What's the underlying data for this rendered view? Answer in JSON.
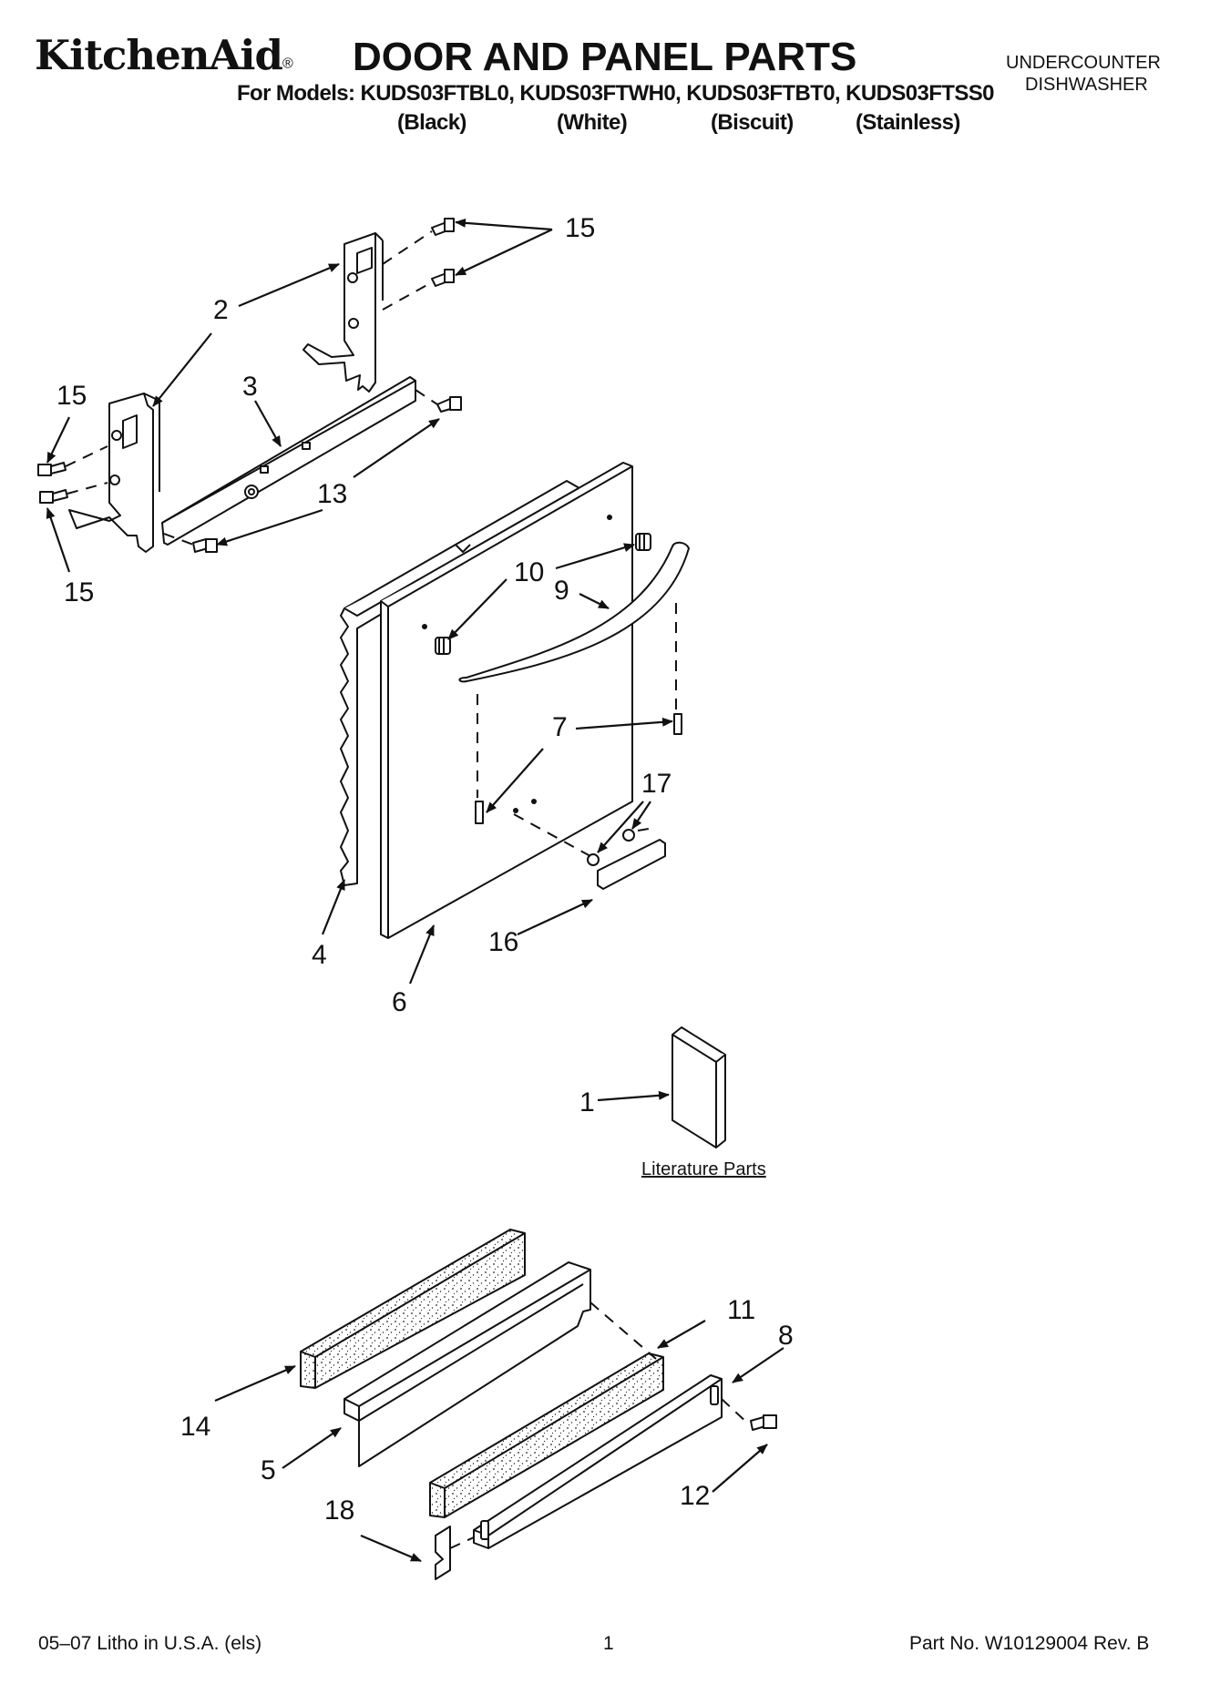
{
  "header": {
    "brand": "KitchenAid",
    "registered_mark": "®",
    "title": "DOOR AND PANEL PARTS",
    "models_line": "For Models: KUDS03FTBL0, KUDS03FTWH0, KUDS03FTBT0, KUDS03FTSS0",
    "colors": [
      "(Black)",
      "(White)",
      "(Biscuit)",
      "(Stainless)"
    ],
    "product_line1": "UNDERCOUNTER",
    "product_line2": "DISHWASHER"
  },
  "diagram": {
    "callouts": {
      "c15_top": "15",
      "c2": "2",
      "c15_left_top": "15",
      "c3": "3",
      "c13": "13",
      "c15_left_bottom": "15",
      "c10": "10",
      "c9": "9",
      "c7": "7",
      "c17": "17",
      "c4": "4",
      "c6": "6",
      "c16": "16",
      "c1": "1",
      "c11": "11",
      "c8": "8",
      "c14": "14",
      "c5": "5",
      "c12": "12",
      "c18": "18"
    },
    "literature_label": "Literature Parts"
  },
  "footer": {
    "litho": "05–07 Litho in U.S.A. (els)",
    "page": "1",
    "part_no": "Part No. W10129004 Rev. B"
  }
}
